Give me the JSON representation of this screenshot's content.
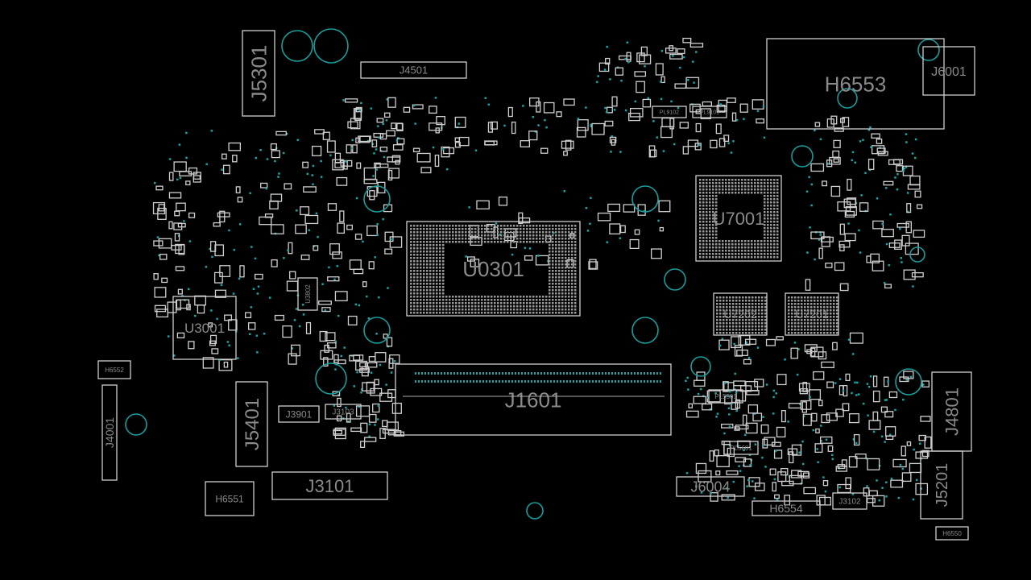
{
  "board": {
    "title": "PCB boardview",
    "components": [
      {
        "ref": "J5301"
      },
      {
        "ref": "J4501"
      },
      {
        "ref": "H6553"
      },
      {
        "ref": "J6001"
      },
      {
        "ref": "U7001"
      },
      {
        "ref": "U0301"
      },
      {
        "ref": "U3001"
      },
      {
        "ref": "U3802"
      },
      {
        "ref": "U7202"
      },
      {
        "ref": "U7201"
      },
      {
        "ref": "J1601"
      },
      {
        "ref": "J4001"
      },
      {
        "ref": "H6552"
      },
      {
        "ref": "J5401"
      },
      {
        "ref": "J3901"
      },
      {
        "ref": "J3103"
      },
      {
        "ref": "J3101"
      },
      {
        "ref": "H6551"
      },
      {
        "ref": "J6004"
      },
      {
        "ref": "H6554"
      },
      {
        "ref": "J3102"
      },
      {
        "ref": "J4801"
      },
      {
        "ref": "J5201"
      },
      {
        "ref": "H6550"
      },
      {
        "ref": "PL5501"
      },
      {
        "ref": "PL5601"
      },
      {
        "ref": "PL9102"
      },
      {
        "ref": "PL9101"
      }
    ],
    "colors": {
      "outline": "#cfcfcf",
      "via": "#1aa3a3",
      "label": "#8a8a8a",
      "background": "#000000"
    }
  }
}
